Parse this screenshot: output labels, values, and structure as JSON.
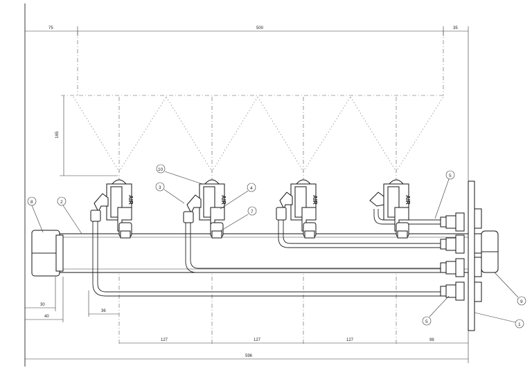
{
  "dimensions": {
    "top_left": "75",
    "top_main": "500",
    "top_right": "35",
    "spray_height": "165",
    "flange_30": "30",
    "flange_40": "40",
    "first_offset": "36",
    "pitch_1": "127",
    "pitch_2": "127",
    "pitch_3": "127",
    "last_offset": "98",
    "overall": "596"
  },
  "balloons": {
    "b1": "1",
    "b2": "2",
    "b3": "3",
    "b4": "4",
    "b5a": "5",
    "b5b": "5",
    "b7": "7",
    "b8": "8",
    "b9": "9",
    "b10": "10"
  },
  "nozzle_label": "AIR"
}
